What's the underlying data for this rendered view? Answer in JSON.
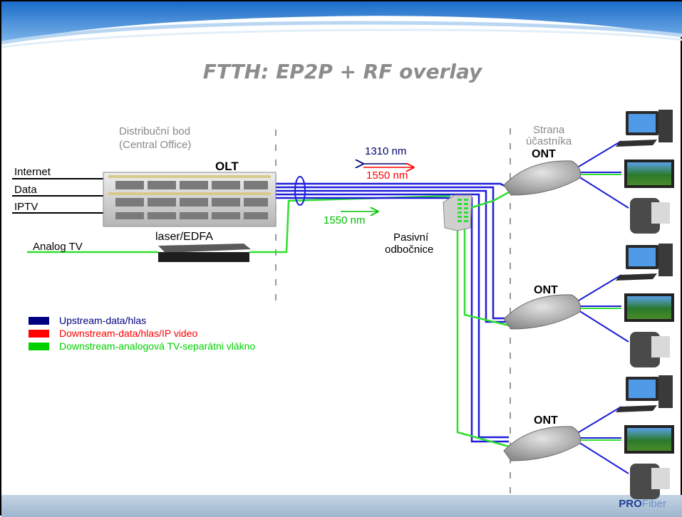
{
  "slide": {
    "title": "FTTH: EP2P + RF overlay",
    "distribution_label_1": "Distribuční bod",
    "distribution_label_2": "(Central Office)",
    "olt_label": "OLT",
    "inputs": [
      "Internet",
      "Data",
      "IPTV"
    ],
    "laser_label": "laser/EDFA",
    "analog_label": "Analog TV",
    "wl_upstream": "1310 nm",
    "wl_downstream": "1550 nm",
    "wl_analog": "1550 nm",
    "splitter_label_1": "Pasivní",
    "splitter_label_2": "odbočnice",
    "subscriber_label_1": "Strana",
    "subscriber_label_2": "účastníka",
    "ont_labels": [
      "ONT",
      "ONT",
      "ONT"
    ],
    "legend": [
      {
        "label": "Upstream-data/hlas",
        "color": "#000080"
      },
      {
        "label": "Downstream-data/hlas/IP video",
        "color": "#ff0000"
      },
      {
        "label": "Downstream-analogová TV-separátni vlákno",
        "color": "#00d000"
      }
    ],
    "logo_pro": "PRO",
    "logo_fiber": "Fiber"
  },
  "colors": {
    "fiber_blue": "#1c1cdc",
    "fiber_green": "#2ee02e",
    "upstream_arrow": "#00006e",
    "downstream_arrow": "#ff0000",
    "analog_arrow": "#00c000"
  }
}
